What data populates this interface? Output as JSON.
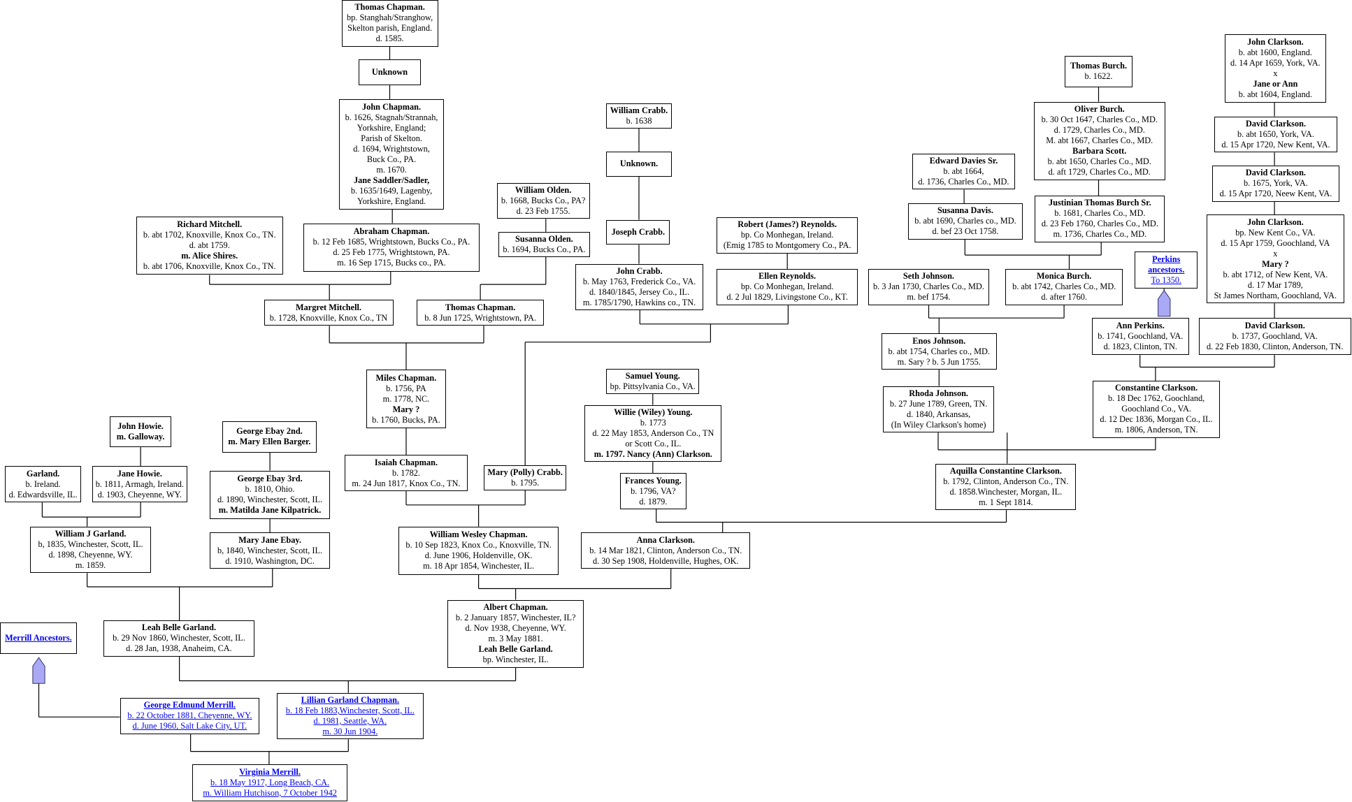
{
  "colors": {
    "line": "#000000",
    "link": "#0000ee",
    "arrow_fill": "#a9a9f5",
    "arrow_stroke": "#333366"
  },
  "nodes": [
    {
      "id": "thomas_chapman_sr",
      "interactable": false,
      "lines": [
        {
          "t": "Thomas Chapman.",
          "b": true
        },
        {
          "t": "bp. Stanghah/Stranghow,"
        },
        {
          "t": "Skelton parish, England."
        },
        {
          "t": "d. 1585."
        }
      ]
    },
    {
      "id": "unknown_1",
      "interactable": false,
      "lines": [
        {
          "t": "Unknown",
          "b": true
        }
      ]
    },
    {
      "id": "john_chapman",
      "interactable": false,
      "lines": [
        {
          "t": "John Chapman.",
          "b": true
        },
        {
          "t": "b. 1626, Stagnah/Strannah,"
        },
        {
          "t": "Yorkshire, England;"
        },
        {
          "t": "Parish of Skelton."
        },
        {
          "t": "d. 1694, Wrightstown,"
        },
        {
          "t": "Buck Co., PA."
        },
        {
          "t": "m. 1670."
        },
        {
          "t": "Jane Saddler/Sadler,",
          "b": true
        },
        {
          "t": "b. 1635/1649, Lagenby,"
        },
        {
          "t": "Yorkshire, England."
        }
      ]
    },
    {
      "id": "richard_mitchell",
      "interactable": false,
      "lines": [
        {
          "t": "Richard Mitchell.",
          "b": true
        },
        {
          "t": "b. abt 1702, Knoxville, Knox Co., TN."
        },
        {
          "t": "d. abt 1759."
        },
        {
          "t": "m. Alice Shires.",
          "b": true
        },
        {
          "t": "b. abt 1706, Knoxville, Knox Co., TN."
        }
      ]
    },
    {
      "id": "abraham_chapman",
      "interactable": false,
      "lines": [
        {
          "t": "Abraham Chapman.",
          "b": true
        },
        {
          "t": "b. 12 Feb 1685, Wrightstown, Bucks Co., PA."
        },
        {
          "t": "d. 25 Feb 1775, Wrightstown, PA."
        },
        {
          "t": "m. 16 Sep 1715, Bucks co., PA."
        }
      ]
    },
    {
      "id": "william_olden",
      "interactable": false,
      "lines": [
        {
          "t": "William Olden.",
          "b": true
        },
        {
          "t": "b. 1668, Bucks Co., PA?"
        },
        {
          "t": "d. 23 Feb 1755."
        }
      ]
    },
    {
      "id": "susanna_olden",
      "interactable": false,
      "lines": [
        {
          "t": "Susanna Olden.",
          "b": true
        },
        {
          "t": "b. 1694, Bucks Co., PA."
        }
      ]
    },
    {
      "id": "margret_mitchell",
      "interactable": false,
      "lines": [
        {
          "t": "Margret Mitchell.",
          "b": true
        },
        {
          "t": "b. 1728, Knoxville, Knox Co., TN"
        }
      ]
    },
    {
      "id": "thomas_chapman_1725",
      "interactable": false,
      "lines": [
        {
          "t": "Thomas Chapman.",
          "b": true
        },
        {
          "t": "b. 8 Jun 1725, Wrightstown, PA."
        }
      ]
    },
    {
      "id": "miles_chapman",
      "interactable": false,
      "lines": [
        {
          "t": "Miles Chapman.",
          "b": true
        },
        {
          "t": "b. 1756, PA"
        },
        {
          "t": "m. 1778, NC."
        },
        {
          "t": "Mary ?",
          "b": true
        },
        {
          "t": "b. 1760, Bucks, PA."
        }
      ]
    },
    {
      "id": "isaiah_chapman",
      "interactable": false,
      "lines": [
        {
          "t": "Isaiah Chapman.",
          "b": true
        },
        {
          "t": "b. 1782."
        },
        {
          "t": "m. 24 Jun 1817, Knox Co., TN."
        }
      ]
    },
    {
      "id": "william_crabb",
      "interactable": false,
      "lines": [
        {
          "t": "William Crabb.",
          "b": true
        },
        {
          "t": "b. 1638"
        }
      ]
    },
    {
      "id": "unknown_2",
      "interactable": false,
      "lines": [
        {
          "t": "Unknown.",
          "b": true
        }
      ]
    },
    {
      "id": "joseph_crabb",
      "interactable": false,
      "lines": [
        {
          "t": "Joseph Crabb.",
          "b": true
        }
      ]
    },
    {
      "id": "john_crabb",
      "interactable": false,
      "lines": [
        {
          "t": "John Crabb.",
          "b": true
        },
        {
          "t": "b. May 1763, Frederick Co., VA."
        },
        {
          "t": "d. 1840/1845, Jersey Co., IL."
        },
        {
          "t": "m. 1785/1790, Hawkins co., TN."
        }
      ]
    },
    {
      "id": "robert_reynolds",
      "interactable": false,
      "lines": [
        {
          "t": "Robert (James?) Reynolds.",
          "b": true
        },
        {
          "t": "bp. Co Monhegan, Ireland."
        },
        {
          "t": "(Emig 1785 to Montgomery Co., PA."
        }
      ]
    },
    {
      "id": "ellen_reynolds",
      "interactable": false,
      "lines": [
        {
          "t": "Ellen Reynolds.",
          "b": true
        },
        {
          "t": "bp. Co Monhegan, Ireland."
        },
        {
          "t": "d. 2 Jul 1829, Livingstone Co., KT."
        }
      ]
    },
    {
      "id": "mary_polly_crabb",
      "interactable": false,
      "lines": [
        {
          "t": "Mary (Polly) Crabb.",
          "b": true
        },
        {
          "t": "b. 1795."
        }
      ]
    },
    {
      "id": "samuel_young",
      "interactable": false,
      "lines": [
        {
          "t": "Samuel Young.",
          "b": true
        },
        {
          "t": "bp. Pittsylvania Co., VA."
        }
      ]
    },
    {
      "id": "willie_young",
      "interactable": false,
      "lines": [
        {
          "t": "Willie (Wiley) Young.",
          "b": true
        },
        {
          "t": "b. 1773"
        },
        {
          "t": "d. 22 May 1853, Anderson Co., TN"
        },
        {
          "t": "or Scott Co., IL."
        },
        {
          "t": "m. 1797.   Nancy (Ann) Clarkson.",
          "b": true
        }
      ]
    },
    {
      "id": "frances_young",
      "interactable": false,
      "lines": [
        {
          "t": "Frances Young.",
          "b": true
        },
        {
          "t": "b. 1796, VA?"
        },
        {
          "t": "d. 1879."
        }
      ]
    },
    {
      "id": "john_howie",
      "interactable": false,
      "lines": [
        {
          "t": "John Howie.",
          "b": true
        },
        {
          "t": "m.  Galloway.",
          "b": true
        }
      ]
    },
    {
      "id": "garland",
      "interactable": false,
      "lines": [
        {
          "t": "Garland.",
          "b": true
        },
        {
          "t": "b. Ireland."
        },
        {
          "t": "d. Edwardsville, IL."
        }
      ]
    },
    {
      "id": "jane_howie",
      "interactable": false,
      "lines": [
        {
          "t": "Jane Howie.",
          "b": true
        },
        {
          "t": "b. 1811, Armagh, Ireland."
        },
        {
          "t": "d. 1903, Cheyenne, WY."
        }
      ]
    },
    {
      "id": "george_ebay_2nd",
      "interactable": false,
      "lines": [
        {
          "t": "George Ebay 2nd.",
          "b": true
        },
        {
          "t": "m.  Mary Ellen Barger.",
          "b": true
        }
      ]
    },
    {
      "id": "george_ebay_3rd",
      "interactable": false,
      "lines": [
        {
          "t": "George Ebay 3rd.",
          "b": true
        },
        {
          "t": "b. 1810, Ohio."
        },
        {
          "t": "d. 1890, Winchester, Scott, IL."
        },
        {
          "t": "m.  Matilda Jane Kilpatrick.",
          "b": true
        }
      ]
    },
    {
      "id": "william_j_garland",
      "interactable": false,
      "lines": [
        {
          "t": "William J Garland.",
          "b": true
        },
        {
          "t": "b, 1835, Winchester, Scott, IL."
        },
        {
          "t": "d. 1898, Cheyenne, WY."
        },
        {
          "t": "m. 1859."
        }
      ]
    },
    {
      "id": "mary_jane_ebay",
      "interactable": false,
      "lines": [
        {
          "t": "Mary Jane Ebay.",
          "b": true
        },
        {
          "t": "b, 1840, Winchester, Scott, IL."
        },
        {
          "t": "d. 1910, Washington, DC."
        }
      ]
    },
    {
      "id": "william_wesley_chapman",
      "interactable": false,
      "lines": [
        {
          "t": "William Wesley Chapman.",
          "b": true
        },
        {
          "t": "b. 10 Sep 1823, Knox Co., Knoxville, TN."
        },
        {
          "t": "d. June 1906, Holdenville, OK."
        },
        {
          "t": "m. 18 Apr 1854, Winchester, IL."
        }
      ]
    },
    {
      "id": "anna_clarkson",
      "interactable": false,
      "lines": [
        {
          "t": "Anna Clarkson.",
          "b": true
        },
        {
          "t": "b. 14 Mar 1821, Clinton, Anderson Co., TN."
        },
        {
          "t": "d. 30 Sep 1908, Holdenville, Hughes, OK."
        }
      ]
    },
    {
      "id": "leah_belle_garland",
      "interactable": false,
      "lines": [
        {
          "t": "Leah Belle Garland.",
          "b": true
        },
        {
          "t": "b. 29 Nov 1860, Winchester, Scott, IL."
        },
        {
          "t": "d. 28 Jan, 1938, Anaheim, CA."
        }
      ]
    },
    {
      "id": "albert_chapman",
      "interactable": false,
      "lines": [
        {
          "t": "Albert Chapman.",
          "b": true
        },
        {
          "t": "b. 2 January 1857, Winchester, IL?"
        },
        {
          "t": "d. Nov 1938, Cheyenne, WY."
        },
        {
          "t": "m. 3 May 1881."
        },
        {
          "t": "Leah Belle Garland.",
          "b": true
        },
        {
          "t": "bp. Winchester, IL."
        }
      ]
    },
    {
      "id": "merrill_ancestors",
      "interactable": true,
      "link": true,
      "lines": [
        {
          "t": "Merrill Ancestors.",
          "b": true
        }
      ]
    },
    {
      "id": "george_edmund_merrill",
      "interactable": true,
      "link": true,
      "lines": [
        {
          "t": "George Edmund Merrill.",
          "b": true
        },
        {
          "t": "b. 22 October 1881, Cheyenne, WY."
        },
        {
          "t": "d. June 1960, Salt Lake City, UT."
        }
      ]
    },
    {
      "id": "lillian_garland_chapman",
      "interactable": true,
      "link": true,
      "lines": [
        {
          "t": "Lillian Garland Chapman.",
          "b": true
        },
        {
          "t": "b. 18 Feb 1883,Winchester, Scott, IL."
        },
        {
          "t": "d. 1981, Seattle, WA."
        },
        {
          "t": "m. 30 Jun 1904."
        }
      ]
    },
    {
      "id": "virginia_merrill",
      "interactable": true,
      "link": true,
      "lines": [
        {
          "t": "Virginia Merrill.",
          "b": true
        },
        {
          "t": "b. 18 May 1917, Long Beach, CA."
        },
        {
          "t": "m.  William Hutchison,  7 October 1942"
        }
      ]
    },
    {
      "id": "edward_davies",
      "interactable": false,
      "lines": [
        {
          "t": "Edward Davies Sr.",
          "b": true
        },
        {
          "t": "b. abt 1664,"
        },
        {
          "t": "d. 1736, Charles Co., MD."
        }
      ]
    },
    {
      "id": "susanna_davis",
      "interactable": false,
      "lines": [
        {
          "t": "Susanna Davis.",
          "b": true
        },
        {
          "t": "b. abt 1690, Charles co., MD."
        },
        {
          "t": "d. bef 23 Oct 1758."
        }
      ]
    },
    {
      "id": "thomas_burch",
      "interactable": false,
      "lines": [
        {
          "t": "Thomas Burch.",
          "b": true
        },
        {
          "t": "b. 1622."
        }
      ]
    },
    {
      "id": "oliver_burch",
      "interactable": false,
      "lines": [
        {
          "t": "Oliver Burch.",
          "b": true
        },
        {
          "t": "b. 30 Oct 1647, Charles Co., MD."
        },
        {
          "t": "d. 1729, Charles Co., MD."
        },
        {
          "t": "M. abt 1667, Charles Co., MD."
        },
        {
          "t": "Barbara Scott.",
          "b": true
        },
        {
          "t": "b. abt 1650, Charles Co., MD."
        },
        {
          "t": "d. aft 1729, Charles Co., MD."
        }
      ]
    },
    {
      "id": "justinian_burch",
      "interactable": false,
      "lines": [
        {
          "t": "Justinian Thomas Burch Sr.",
          "b": true
        },
        {
          "t": "b. 1681, Charles Co., MD."
        },
        {
          "t": "d. 23 Feb 1760, Charles Co., MD."
        },
        {
          "t": "m. 1736, Charles Co., MD."
        }
      ]
    },
    {
      "id": "seth_johnson",
      "interactable": false,
      "lines": [
        {
          "t": "Seth Johnson.",
          "b": true
        },
        {
          "t": "b. 3 Jan 1730, Charles Co., MD."
        },
        {
          "t": "m. bef 1754."
        }
      ]
    },
    {
      "id": "monica_burch",
      "interactable": false,
      "lines": [
        {
          "t": "Monica Burch.",
          "b": true
        },
        {
          "t": "b. abt 1742, Charles Co., MD."
        },
        {
          "t": "d. after 1760."
        }
      ]
    },
    {
      "id": "enos_johnson",
      "interactable": false,
      "lines": [
        {
          "t": "Enos Johnson.",
          "b": true
        },
        {
          "t": "b. abt 1754, Charles co., MD."
        },
        {
          "t": "m.  Sary ?  b. 5 Jun 1755.",
          "b": false
        }
      ]
    },
    {
      "id": "rhoda_johnson",
      "interactable": false,
      "lines": [
        {
          "t": "Rhoda Johnson.",
          "b": true
        },
        {
          "t": "b. 27 June 1789, Green, TN."
        },
        {
          "t": "d. 1840, Arkansas,"
        },
        {
          "t": "(In Wiley Clarkson's home)"
        }
      ]
    },
    {
      "id": "aquilla_clarkson",
      "interactable": false,
      "lines": [
        {
          "t": "Aquilla Constantine Clarkson.",
          "b": true
        },
        {
          "t": "b. 1792, Clinton, Anderson Co., TN."
        },
        {
          "t": "d. 1858.Winchester, Morgan, IL."
        },
        {
          "t": "m. 1 Sept 1814."
        }
      ]
    },
    {
      "id": "john_clarkson_1600",
      "interactable": false,
      "lines": [
        {
          "t": "John Clarkson.",
          "b": true
        },
        {
          "t": "b. abt 1600, England."
        },
        {
          "t": "d. 14 Apr 1659, York, VA."
        },
        {
          "t": "x"
        },
        {
          "t": "Jane or Ann",
          "b": true
        },
        {
          "t": "b. abt 1604, England."
        }
      ]
    },
    {
      "id": "david_clarkson_1650",
      "interactable": false,
      "lines": [
        {
          "t": "David Clarkson.",
          "b": true
        },
        {
          "t": "b. abt 1650, York, VA."
        },
        {
          "t": "d. 15 Apr 1720, New Kent, VA."
        }
      ]
    },
    {
      "id": "david_clarkson_1675",
      "interactable": false,
      "lines": [
        {
          "t": "David Clarkson.",
          "b": true
        },
        {
          "t": "b. 1675, York, VA."
        },
        {
          "t": "d. 15 Apr 1720, Neew Kent, VA."
        }
      ]
    },
    {
      "id": "john_clarkson_1712",
      "interactable": false,
      "lines": [
        {
          "t": "John Clarkson.",
          "b": true
        },
        {
          "t": "bp. New Kent Co., VA."
        },
        {
          "t": "d. 15 Apr 1759, Goochland, VA"
        },
        {
          "t": "x"
        },
        {
          "t": "Mary ?",
          "b": true
        },
        {
          "t": "b. abt 1712, of New Kent, VA."
        },
        {
          "t": "d. 17 Mar 1789,"
        },
        {
          "t": "St James Northam, Goochland, VA."
        }
      ]
    },
    {
      "id": "perkins_ancestors",
      "interactable": true,
      "link": true,
      "lines": [
        {
          "t": "Perkins",
          "b": true
        },
        {
          "t": "ancestors.",
          "b": true
        },
        {
          "t": "To 1350."
        }
      ]
    },
    {
      "id": "ann_perkins",
      "interactable": false,
      "lines": [
        {
          "t": "Ann Perkins.",
          "b": true
        },
        {
          "t": "b. 1741, Goochland, VA."
        },
        {
          "t": "d. 1823, Clinton, TN."
        }
      ]
    },
    {
      "id": "david_clarkson_1737",
      "interactable": false,
      "lines": [
        {
          "t": "David Clarkson.",
          "b": true
        },
        {
          "t": "b. 1737, Goochland, VA."
        },
        {
          "t": "d. 22 Feb 1830, Clinton, Anderson, TN."
        }
      ]
    },
    {
      "id": "constantine_clarkson",
      "interactable": false,
      "lines": [
        {
          "t": "Constantine Clarkson.",
          "b": true
        },
        {
          "t": "b. 18 Dec 1762, Goochland,"
        },
        {
          "t": "Goochland Co., VA."
        },
        {
          "t": "d. 12 Dec 1836, Morgan Co., IL."
        },
        {
          "t": "m. 1806, Anderson, TN."
        }
      ]
    }
  ]
}
